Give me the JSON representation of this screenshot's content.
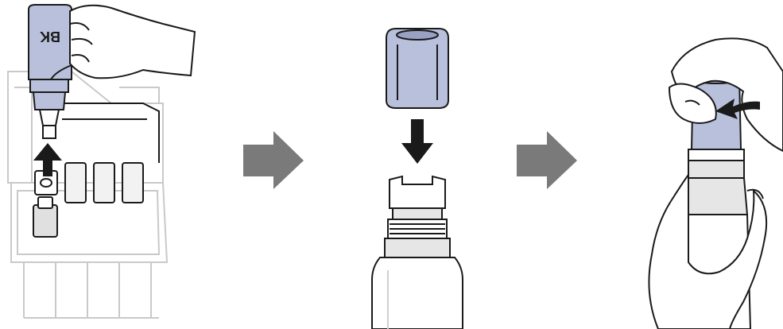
{
  "diagram": {
    "steps": [
      {
        "id": "step-1-insert-bottle",
        "bottle_label": "BK"
      },
      {
        "id": "step-2-attach-cap"
      },
      {
        "id": "step-3-tighten-cap"
      }
    ],
    "colors": {
      "ink_blue": "#b9c0dc",
      "outline": "#1a1a1a",
      "gray_light": "#e6e6e6",
      "gray_mid": "#cfcfcf",
      "flow_arrow": "#7a7a7a",
      "direction_arrow": "#1a1a1a"
    },
    "icons": [
      "right-flow-arrow-icon",
      "up-arrow-icon",
      "down-arrow-icon",
      "rotate-arrow-icon"
    ]
  }
}
